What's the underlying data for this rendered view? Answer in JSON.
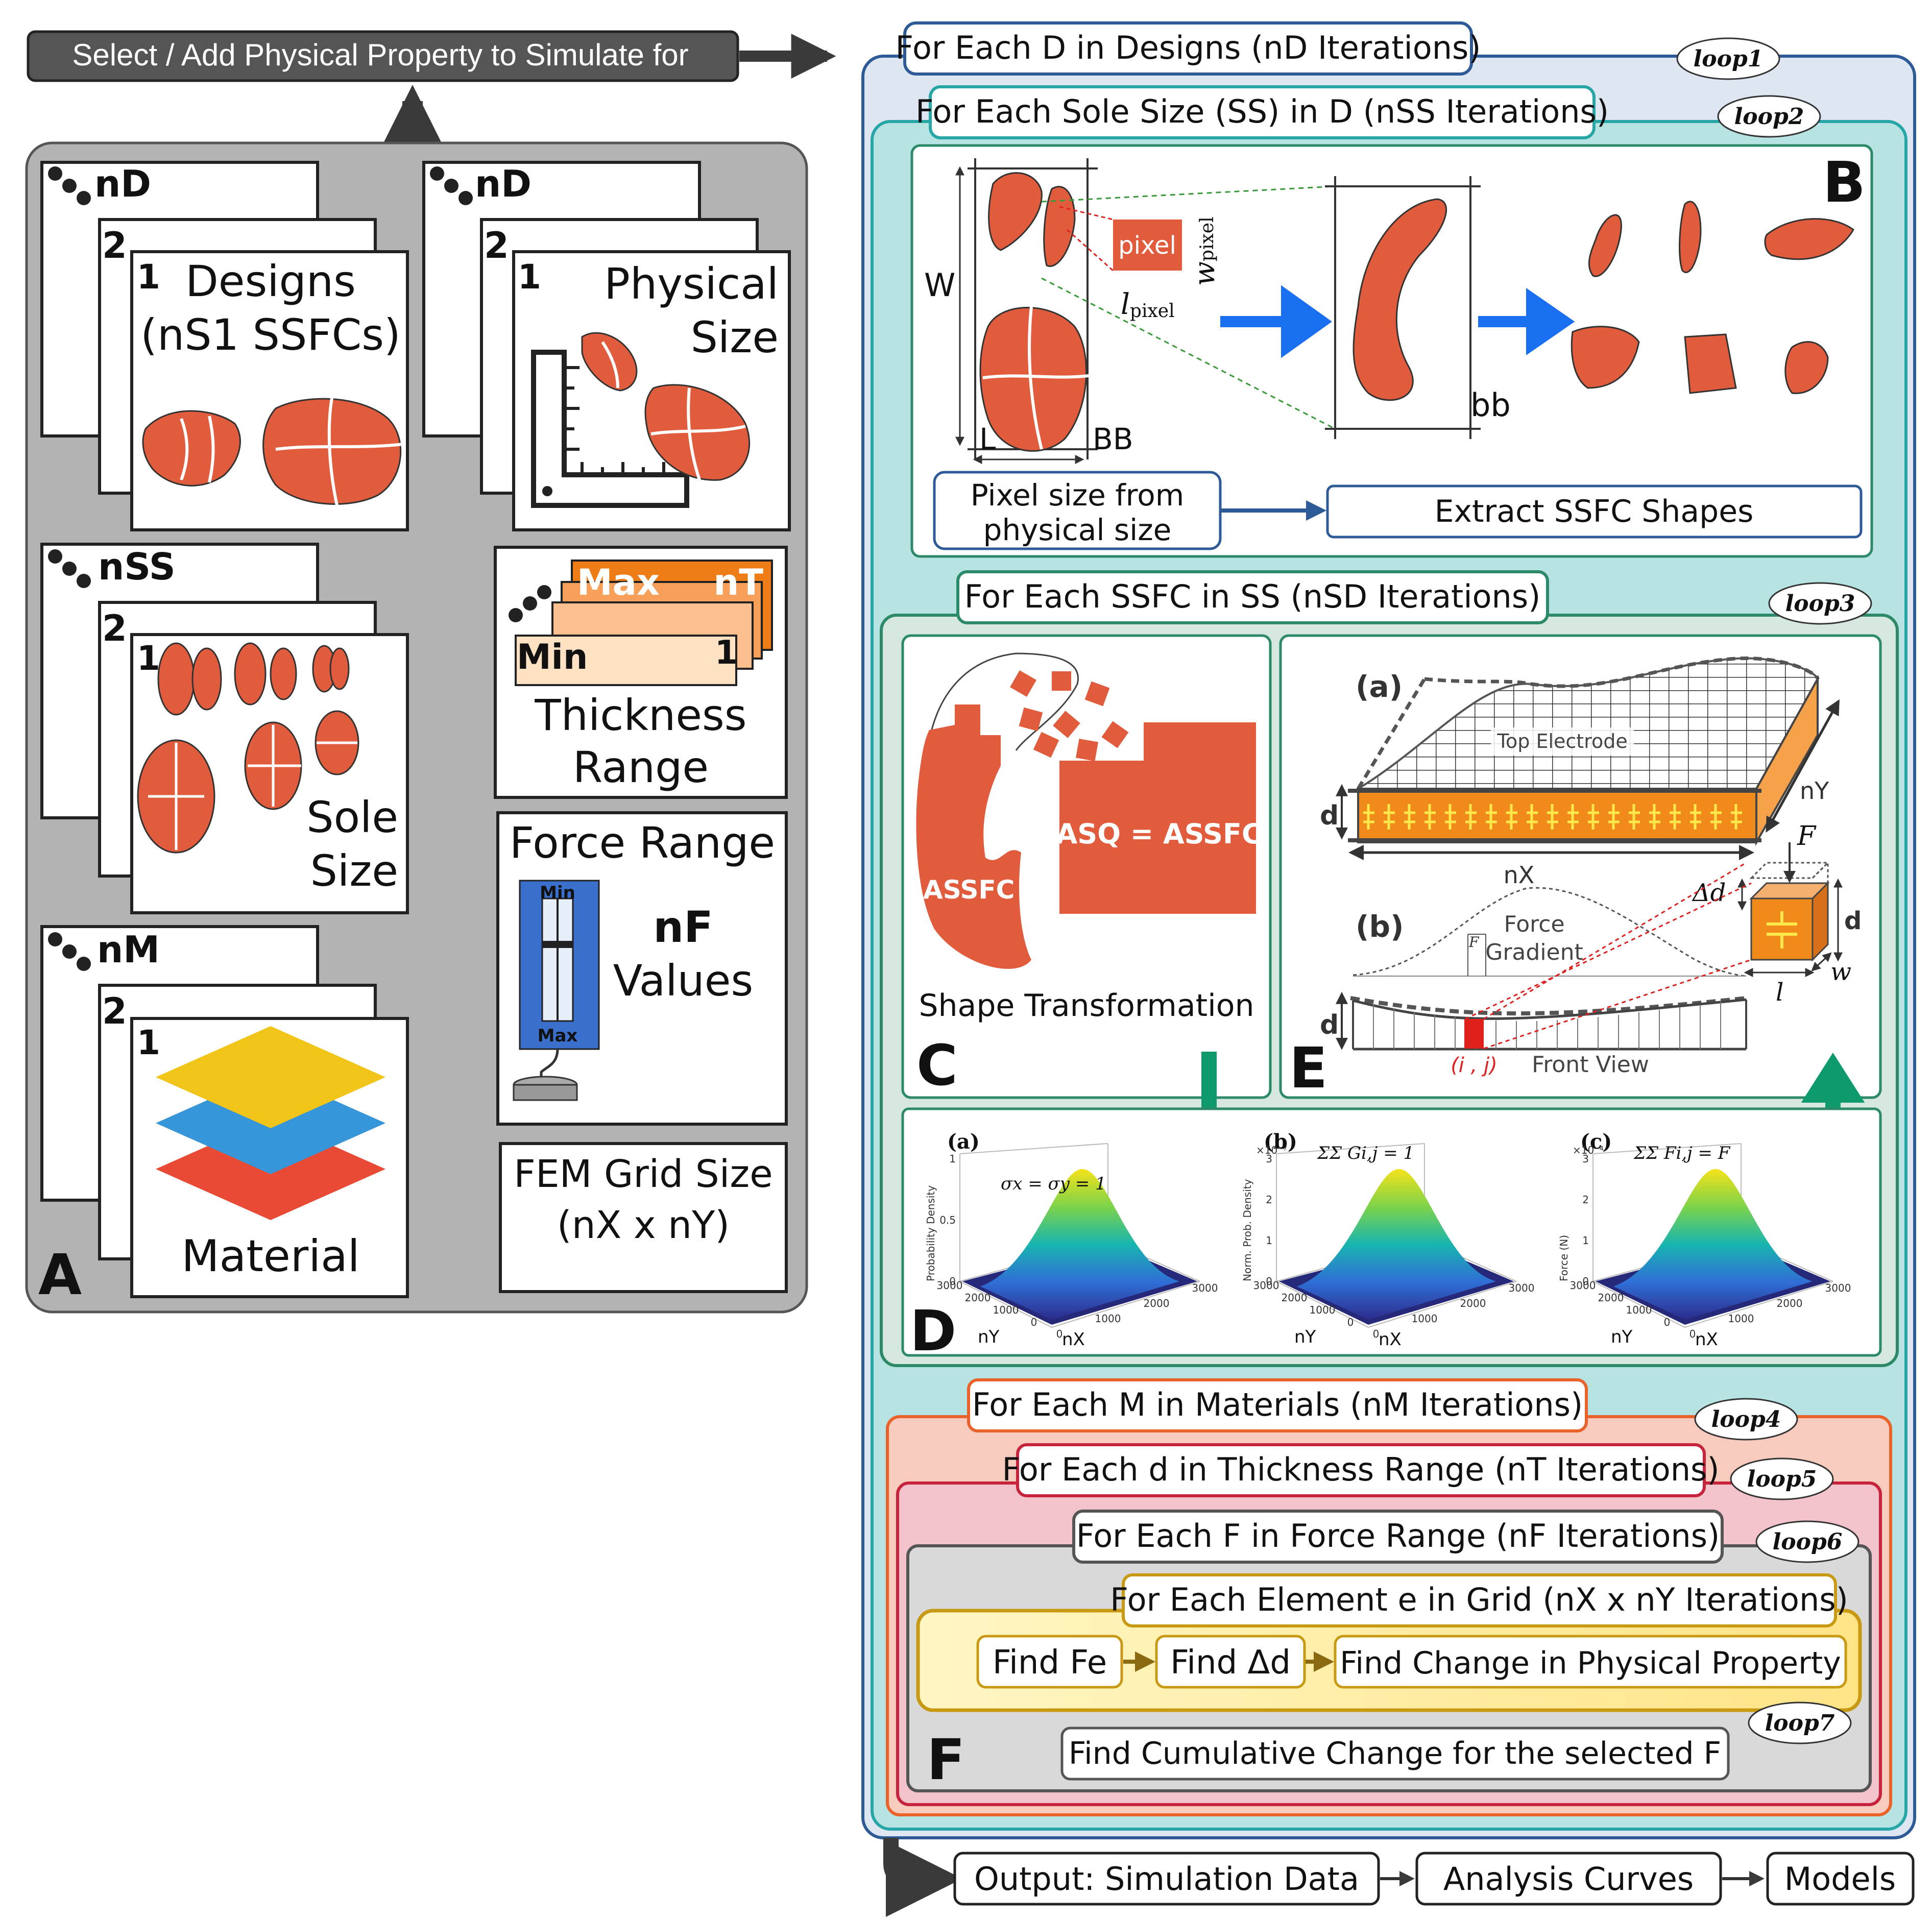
{
  "top": {
    "select_label": "Select / Add Physical Property to Simulate for",
    "loop1_label": "For Each D in Designs (nD Iterations)",
    "loop1_tag": "loop1",
    "loop2_label": "For Each Sole Size (SS) in D (nSS Iterations)",
    "loop2_tag": "loop2"
  },
  "panel_a": {
    "panel_letter": "A",
    "designs": {
      "count": "nD",
      "n2": "2",
      "n1": "1",
      "title1": "Designs",
      "title2": "(nS1 SSFCs)"
    },
    "physical": {
      "count": "nD",
      "n2": "2",
      "n1": "1",
      "title1": "Physical",
      "title2": "Size"
    },
    "sole": {
      "count": "nSS",
      "n2": "2",
      "n1": "1",
      "title1": "Sole",
      "title2": "Size"
    },
    "material": {
      "count": "nM",
      "n2": "2",
      "n1": "1",
      "title1": "Material"
    },
    "thickness": {
      "max": "Max",
      "count": "nT",
      "min": "Min",
      "one": "1",
      "title1": "Thickness",
      "title2": "Range"
    },
    "force": {
      "title": "Force Range",
      "gauge_min": "Min",
      "gauge_max": "Max",
      "count": "nF",
      "values": "Values"
    },
    "fem": {
      "line1": "FEM Grid Size",
      "line2": "(nX x nY)"
    }
  },
  "panel_b": {
    "letter": "B",
    "W": "W",
    "L": "L",
    "BB": "BB",
    "bb": "bb",
    "pixel": "pixel",
    "w_pixel": "w",
    "w_pixel_sub": "pixel",
    "l_pixel": "l",
    "l_pixel_sub": "pixel",
    "pixel_from_1": "Pixel size from",
    "pixel_from_2": "physical size",
    "extract": "Extract SSFC Shapes"
  },
  "loop3": {
    "label": "For Each SSFC in SS (nSD Iterations)",
    "tag": "loop3"
  },
  "panel_c": {
    "letter": "C",
    "asq": "ASQ = ASSFC",
    "assfc": "ASSFC",
    "caption": "Shape Transformation"
  },
  "panel_e": {
    "letter": "E",
    "a": "(a)",
    "b": "(b)",
    "top_electrode": "Top Electrode",
    "d": "d",
    "nx": "nX",
    "ny": "nY",
    "F": "F",
    "delta_d": "Δd",
    "cube_d": "d",
    "l": "l",
    "w": "w",
    "force": "Force",
    "gradient": "Gradient",
    "small_F": "F",
    "ij": "(i , j)",
    "front_view": "Front View",
    "d2": "d"
  },
  "panel_d": {
    "letter": "D",
    "plots": [
      {
        "tag": "(a)",
        "formula": "σx = σy = 1",
        "zlabel": "Probability Density",
        "zticks": [
          "0",
          "0.5",
          "1"
        ],
        "exp": ""
      },
      {
        "tag": "(b)",
        "formula": "ΣΣ Gi,j = 1",
        "zlabel": "Norm. Prob. Density",
        "zticks": [
          "0",
          "1",
          "2",
          "3"
        ],
        "exp": "×10⁻⁷"
      },
      {
        "tag": "(c)",
        "formula": "ΣΣ Fi,j = F",
        "zlabel": "Force (N)",
        "zticks": [
          "0",
          "1",
          "2",
          "3"
        ],
        "exp": "×10⁻⁴"
      }
    ],
    "yticks": [
      "3000",
      "2000",
      "1000",
      "0"
    ],
    "xticks": [
      "0",
      "1000",
      "2000",
      "3000"
    ],
    "ny": "nY",
    "nx": "nX"
  },
  "loops": {
    "loop4_label": "For Each M in Materials (nM Iterations)",
    "loop4_tag": "loop4",
    "loop5_label": "For Each d in Thickness Range (nT Iterations)",
    "loop5_tag": "loop5",
    "loop6_label": "For Each F in Force Range (nF Iterations)",
    "loop6_tag": "loop6",
    "loop7_label": "For Each Element e in Grid (nX x nY Iterations)",
    "loop7_tag": "loop7",
    "find_fe": "Find Fe",
    "find_dd": "Find Δd",
    "find_change": "Find Change in Physical Property",
    "cumulative": "Find Cumulative Change for the selected F",
    "letter_f": "F"
  },
  "output": {
    "sim": "Output: Simulation Data",
    "curves": "Analysis Curves",
    "models": "Models"
  },
  "colors": {
    "shoe": "#e05c3c",
    "loop1": "#2e5b97",
    "loop2": "#26a6a6",
    "loop3": "#2c8a68",
    "loop4": "#e8622a",
    "loop5": "#c8233c",
    "loop7": "#c89a14",
    "arrow_blue": "#1a6ef0",
    "arrow_green": "#0f9a6e",
    "panel_gray": "#b3b3b3",
    "dark": "#3a3a3a"
  }
}
